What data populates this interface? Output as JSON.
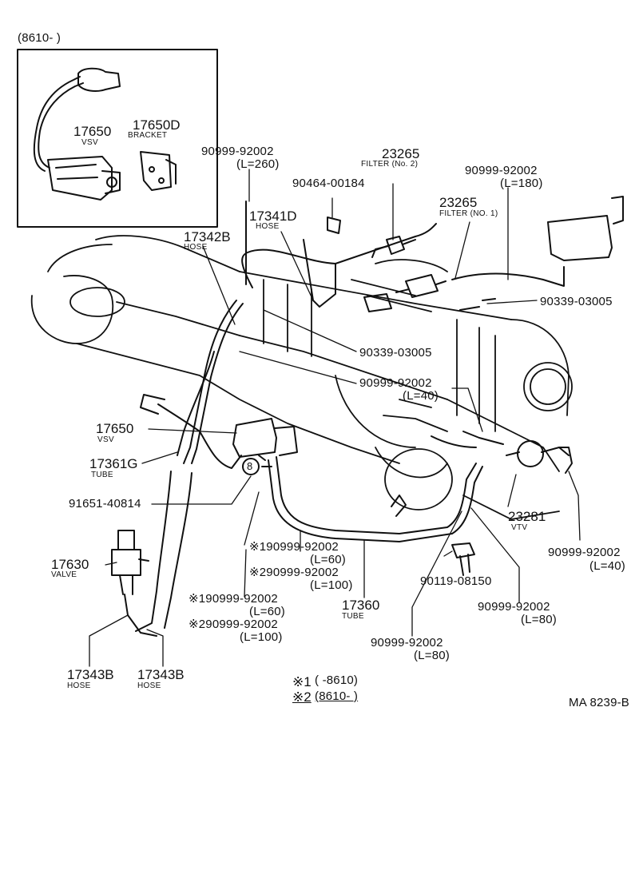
{
  "inset": {
    "date_range": "(8610-        )",
    "vsv_part": "17650",
    "vsv_name": "VSV",
    "bracket_part": "17650D",
    "bracket_name": "BRACKET"
  },
  "labels": {
    "hose_l260_part": "90999-92002",
    "hose_l260_len": "(L=260)",
    "clamp_part": "90464-00184",
    "filter2_part": "23265",
    "filter2_name": "FILTER (No. 2)",
    "hose_l180_part": "90999-92002",
    "hose_l180_len": "(L=180)",
    "filter1_part": "23265",
    "filter1_name": "FILTER (NO. 1)",
    "hose_d_part": "17341D",
    "hose_d_name": "HOSE",
    "hose_b_part": "17342B",
    "hose_b_name": "HOSE",
    "plug_right_part": "90339-03005",
    "plug_mid_part": "90339-03005",
    "hose_l40_part": "90999-92002",
    "hose_l40_len": "(L=40)",
    "vsv_part": "17650",
    "vsv_name": "VSV",
    "tube_g_part": "17361G",
    "tube_g_name": "TUBE",
    "bolt_part": "91651-40814",
    "bolt_marker": "8",
    "vtv_part": "23281",
    "vtv_name": "VTV",
    "hose_rr_part": "90999-92002",
    "hose_rr_len": "(L=40)",
    "valve_part": "17630",
    "valve_name": "VALVE",
    "mark1_a": "※190999-92002",
    "mark1_a_len": "(L=60)",
    "mark2_a": "※290999-92002",
    "mark2_a_len": "(L=100)",
    "mark1_b": "※190999-92002",
    "mark1_b_len": "(L=60)",
    "mark2_b": "※290999-92002",
    "mark2_b_len": "(L=100)",
    "screw_part": "90119-08150",
    "hose_l80a_part": "90999-92002",
    "hose_l80a_len": "(L=80)",
    "tube_part": "17360",
    "tube_name": "TUBE",
    "hose_l80b_part": "90999-92002",
    "hose_l80b_len": "(L=80)",
    "hose1_part": "17343B",
    "hose1_name": "HOSE",
    "hose2_part": "17343B",
    "hose2_name": "HOSE"
  },
  "legend": {
    "line1_mark": "※1",
    "line1_range": "(      -8610)",
    "line2_mark": "※2",
    "line2_range": "(8610-          )"
  },
  "figure_code": "MA 8239-B"
}
